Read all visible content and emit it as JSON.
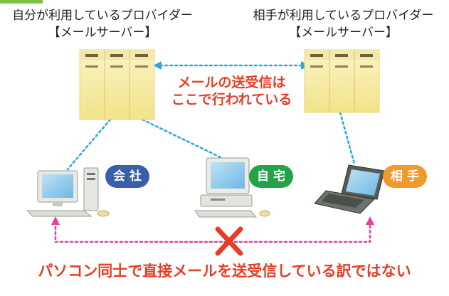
{
  "labels": {
    "own_provider": "自分が利用しているプロバイダー",
    "own_server": "【メールサーバー】",
    "other_provider": "相手が利用しているプロバイダー",
    "other_server": "【メールサーバー】",
    "exchange_line1": "メールの送受信は",
    "exchange_line2": "ここで行われている",
    "bottom_message": "パソコン同士で直接メールを送受信している訳ではない"
  },
  "badges": {
    "office": "会社",
    "home": "自宅",
    "partner": "相手"
  },
  "colors": {
    "accent": "#e83c25",
    "link": "#2aa7e0",
    "direct_link": "#e8409a",
    "server_body": "#f5eb9a",
    "badge_office": "#3b5ea8",
    "badge_home": "#24a24a",
    "badge_partner": "#f2992d",
    "corner": "#7ec243"
  },
  "icons": {
    "server": "server-rack-icon",
    "desktop": "desktop-computer-icon",
    "laptop": "laptop-computer-icon",
    "blocked": "x-cross-icon"
  }
}
